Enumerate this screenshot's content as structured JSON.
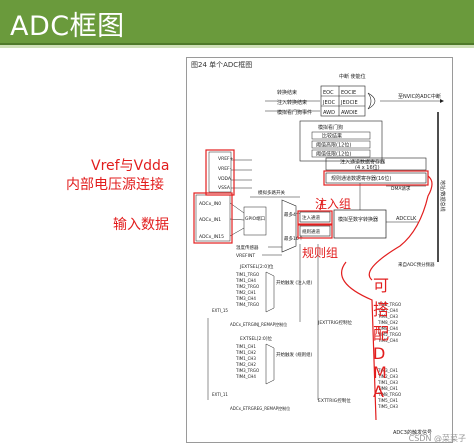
{
  "slide": {
    "title": "ADC框图"
  },
  "figure": {
    "label": "图24    单个ADC框图",
    "blocks": {
      "interrupt_enable": "中断\n使能位",
      "flags": "标志",
      "eoc": "EOC",
      "jeoc": "JEOC",
      "awd": "AWD",
      "eocie": "EOCIE",
      "jeocie": "JEOCIE",
      "awdie": "AWDIE",
      "nvic": "至NVIC的ADC中断",
      "conv_end": "转换结束",
      "inj_end": "注入转换结束",
      "analog_wd_event": "模拟看门狗事件",
      "analog_wd": "模拟看门狗",
      "compare_result": "比较结果",
      "high_thr": "阈值高限(12位)",
      "low_thr": "阈值低限(12位)",
      "address_bus": "地址/数据总线",
      "inj_data_regs": "注入通道数据寄存器",
      "inj_data_bits": "(4 x 16位)",
      "reg_data_reg": "规则通道数据寄存器(16位)",
      "dma_req": "DMA请求",
      "analog_mux": "模拟多路开关",
      "gpio_port": "GPIO端口",
      "temp_sensor": "温度传感器",
      "up_to_4": "最多4个",
      "up_to_16": "最多16个",
      "inj_channels": "注入通道",
      "reg_channels": "规则通道",
      "adc_converter": "模拟至数字转换器",
      "adcclk": "ADCCLK",
      "from_clock": "来自ADC预分频器",
      "jextsel": "JEXTSEL[2:0]位",
      "jexttrig": "JEXTTRIG控制位",
      "extsel": "EXTSEL[2:0]位",
      "exttrig": "EXTTRIG控制位",
      "start_trigger_inj": "开始触发\n(注入组)",
      "start_trigger_reg": "开始触发\n(规则组)",
      "exti15": "EXTI_15",
      "exti11": "EXTI_11",
      "etrginj": "ADCx_ETRGINJ_REMAP控制位",
      "etrgreg": "ADCx_ETRGREG_REMAP控制位",
      "adc3_note": "ADC3的触发信号",
      "vref_plus": "VREF+",
      "vref_minus": "VREF-",
      "vdda": "VDDA",
      "vssa": "VSSA",
      "in0": "ADCx_IN0",
      "in1": "ADCx_IN1",
      "in15": "ADCx_IN15",
      "trig_inj": [
        "TIM1_TRGO",
        "TIM1_CH4",
        "TIM2_TRGO",
        "TIM2_CH1",
        "TIM3_CH4",
        "TIM4_TRGO"
      ],
      "trig_inj_right": [
        "TIM1_TRGO",
        "TIM1_CH4",
        "TIM4_CH3",
        "TIM8_CH2",
        "TIM8_CH4",
        "TIM5_TRGO",
        "TIM5_CH4"
      ],
      "trig_reg": [
        "TIM1_CH1",
        "TIM1_CH2",
        "TIM1_CH3",
        "TIM2_CH2",
        "TIM3_TRGO",
        "TIM4_CH4"
      ],
      "trig_reg_right": [
        "TIM3_CH1",
        "TIM2_CH3",
        "TIM1_CH3",
        "TIM8_CH1",
        "TIM8_TRGO",
        "TIM5_CH1",
        "TIM5_CH3"
      ],
      "vrefint": "VREFINT"
    }
  },
  "annotations": {
    "vref": "Vref与Vdda",
    "vref_sub": "内部电压源连接",
    "input": "输入数据",
    "inj_group": "注入组",
    "reg_group": "规则组",
    "dma": [
      "可",
      "搭",
      "配",
      "D",
      "M",
      "A"
    ]
  },
  "watermark": "CSDN @菜菜子"
}
